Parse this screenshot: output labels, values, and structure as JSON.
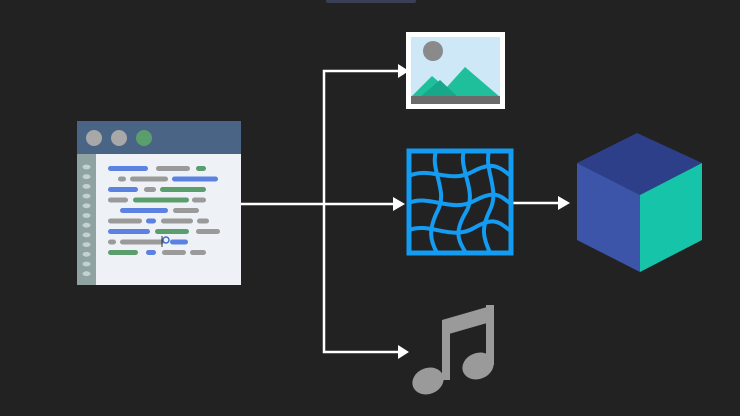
{
  "nodes": [
    {
      "id": "code-editor",
      "icon": "code-editor-window-icon"
    },
    {
      "id": "image",
      "icon": "image-landscape-icon"
    },
    {
      "id": "texture",
      "icon": "texture-grid-icon"
    },
    {
      "id": "audio",
      "icon": "music-note-icon"
    },
    {
      "id": "model",
      "icon": "3d-cube-icon"
    }
  ],
  "edges": [
    {
      "from": "code-editor",
      "to": "image"
    },
    {
      "from": "code-editor",
      "to": "texture"
    },
    {
      "from": "code-editor",
      "to": "audio"
    },
    {
      "from": "texture",
      "to": "model"
    }
  ],
  "colors": {
    "background": "#222223",
    "arrow": "#ffffff",
    "editor_titlebar": "#4a6485",
    "editor_body": "#eef2f7",
    "editor_gutter": "#8fa3a3",
    "code_blue": "#5b82e0",
    "code_gray": "#9a9a9a",
    "code_green": "#5a9e6e",
    "sky": "#cfe8f7",
    "mountain": "#1fbf9c",
    "texture_blue": "#139cf2",
    "cube_top": "#2e3f8a",
    "cube_left": "#3c55a8",
    "cube_right": "#16c4aa",
    "music_note": "#9a9a9a"
  }
}
